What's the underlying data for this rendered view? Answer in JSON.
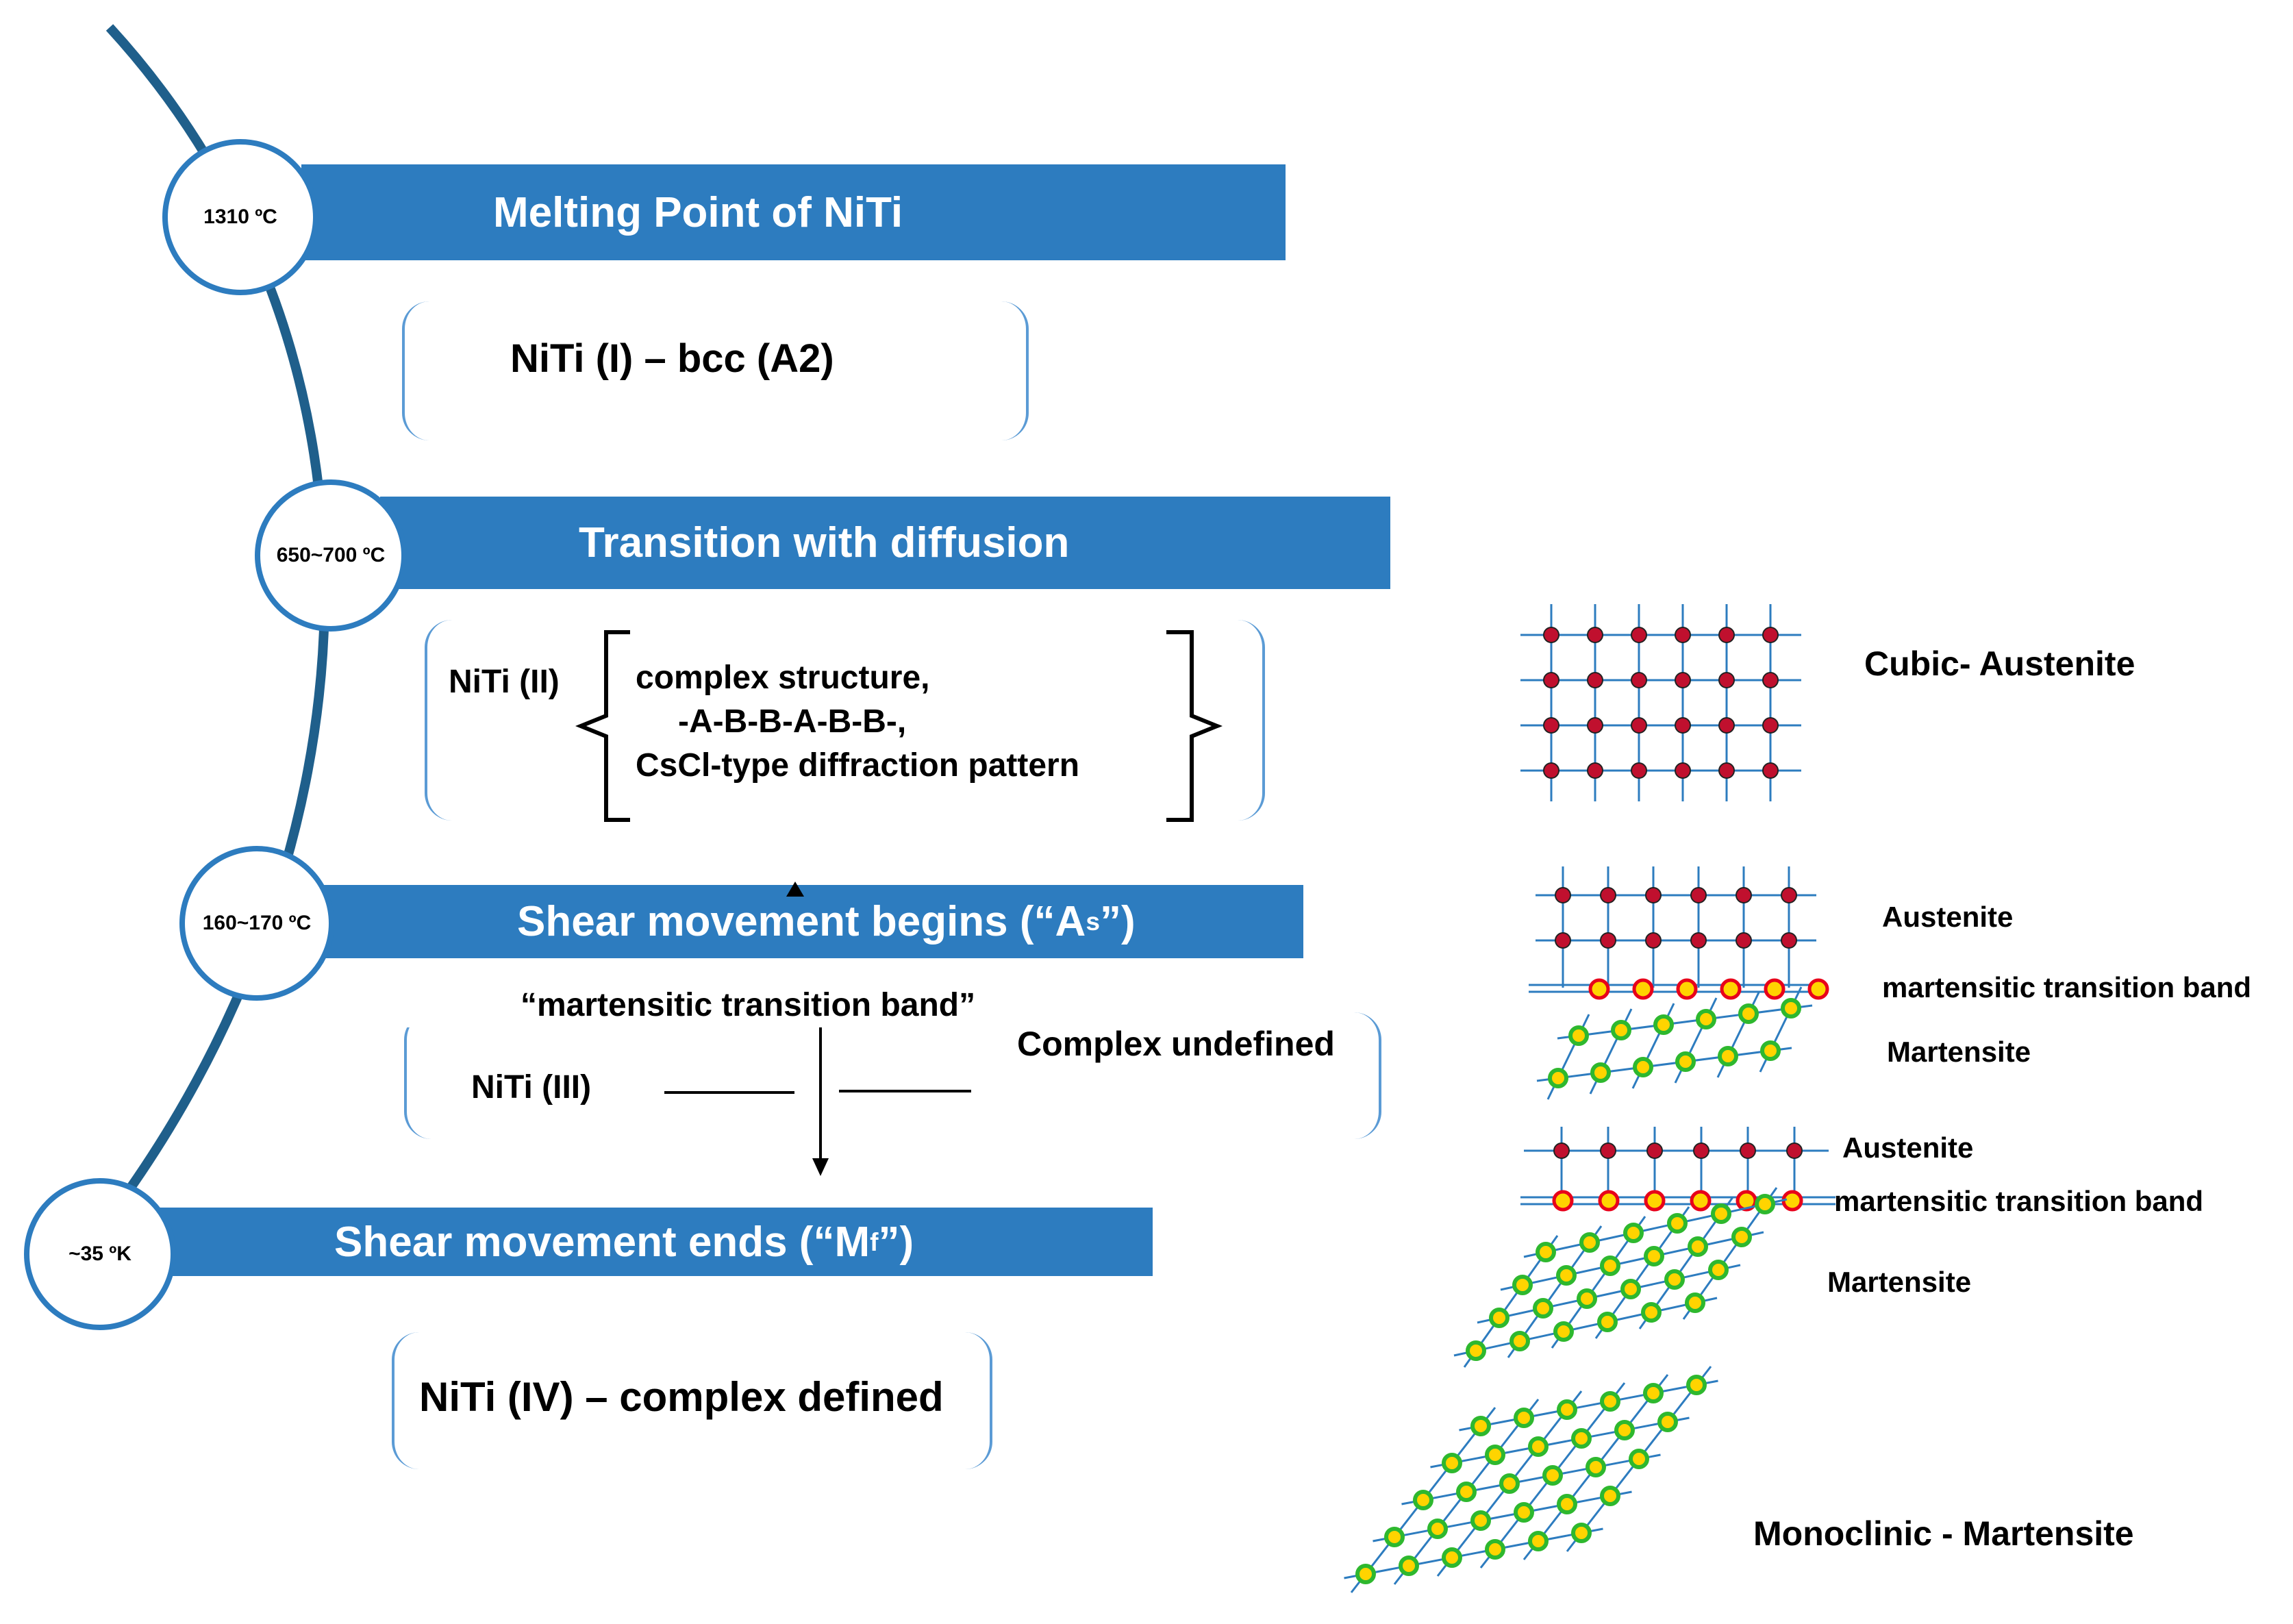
{
  "timeline": {
    "stages": [
      {
        "temperature": "1310 ºC",
        "banner": "Melting Point  of NiTi"
      },
      {
        "temperature": "650~700  ºC",
        "banner": "Transition with diffusion"
      },
      {
        "temperature": "160~170  ºC",
        "banner_prefix": "Shear movement begins (“A",
        "banner_sub": "s",
        "banner_suffix": "”)"
      },
      {
        "temperature": "~35 ºK",
        "banner_prefix": "Shear movement ends (“M",
        "banner_sub": "f",
        "banner_suffix": "”)"
      }
    ],
    "phase1": "NiTi (I) – bcc (A2)",
    "phase2": {
      "label": "NiTi (II)",
      "line1": "complex structure,",
      "line2": "-A-B-B-A-B-B-,",
      "line3": "CsCl-type diffraction pattern"
    },
    "phase3": {
      "band_label": "“martensitic transition band”",
      "label": "NiTi (III)",
      "side_label": "Complex undefined"
    },
    "phase4": "NiTi (IV) – complex defined"
  },
  "lattices": {
    "cubic": {
      "label": "Cubic- Austenite"
    },
    "stage2": {
      "austenite": "Austenite",
      "band": "martensitic transition band",
      "martensite": "Martensite"
    },
    "stage3": {
      "austenite": "Austenite",
      "band": "martensitic transition band",
      "martensite": "Martensite"
    },
    "monoclinic": {
      "label": "Monoclinic - Martensite"
    }
  },
  "colors": {
    "primary_blue": "#2D7CBF",
    "arc_blue": "#1F5F8B",
    "austenite_atom": "#C0102E",
    "band_atom_fill": "#FFD400",
    "band_atom_ring": "#E8001A",
    "martensite_atom_fill": "#FFD400",
    "martensite_atom_ring": "#2EB82E",
    "lattice_line": "#2D7CBF"
  }
}
